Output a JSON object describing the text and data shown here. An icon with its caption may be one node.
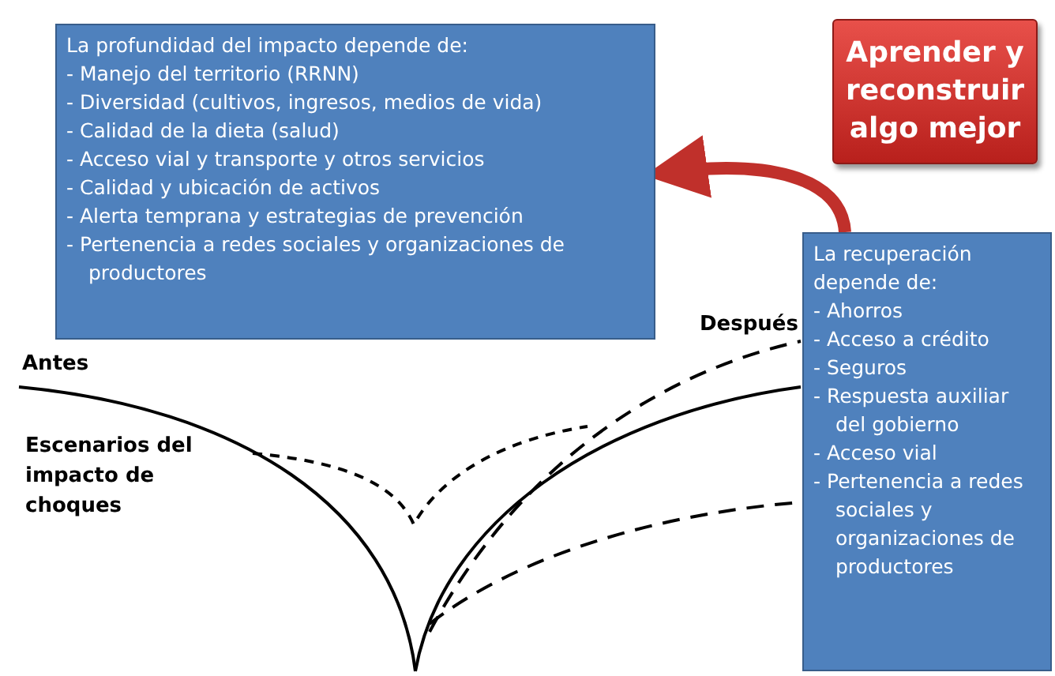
{
  "diagram": {
    "nodes": [
      {
        "text": [
          "La profundidad del impacto depende de:",
          "- Manejo del territorio (RRNN)",
          "- Diversidad (cultivos, ingresos, medios de vida)",
          "- Calidad de la dieta (salud)",
          "- Acceso vial y transporte y otros servicios",
          "- Calidad y ubicación de activos",
          "- Alerta temprana y estrategias de prevención",
          "- Pertenencia a redes sociales y organizaciones de productores"
        ]
      },
      {
        "text": [
          "Aprender y reconstruir algo mejor"
        ]
      },
      {
        "text": [
          "La recuperación depende de:",
          "- Ahorros",
          "- Acceso a crédito",
          "- Seguros",
          "- Respuesta auxiliar del gobierno",
          "- Acceso vial",
          "- Pertenencia a redes sociales y organizaciones de productores"
        ]
      }
    ],
    "edges": [
      {
        "from": 2,
        "to": 0,
        "arrow": "to"
      }
    ],
    "labels": [
      "Después",
      "Antes",
      "Escenarios del impacto de choques"
    ]
  }
}
